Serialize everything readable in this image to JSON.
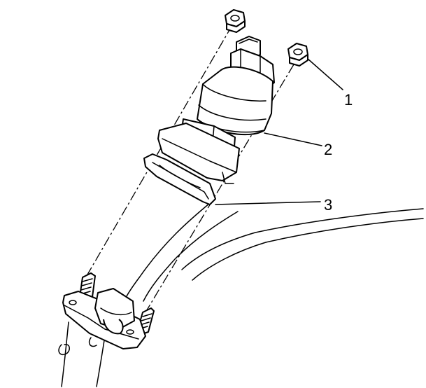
{
  "callouts": [
    {
      "id": "nut",
      "label": "1"
    },
    {
      "id": "egr-valve",
      "label": "2"
    },
    {
      "id": "gasket",
      "label": "3"
    }
  ]
}
